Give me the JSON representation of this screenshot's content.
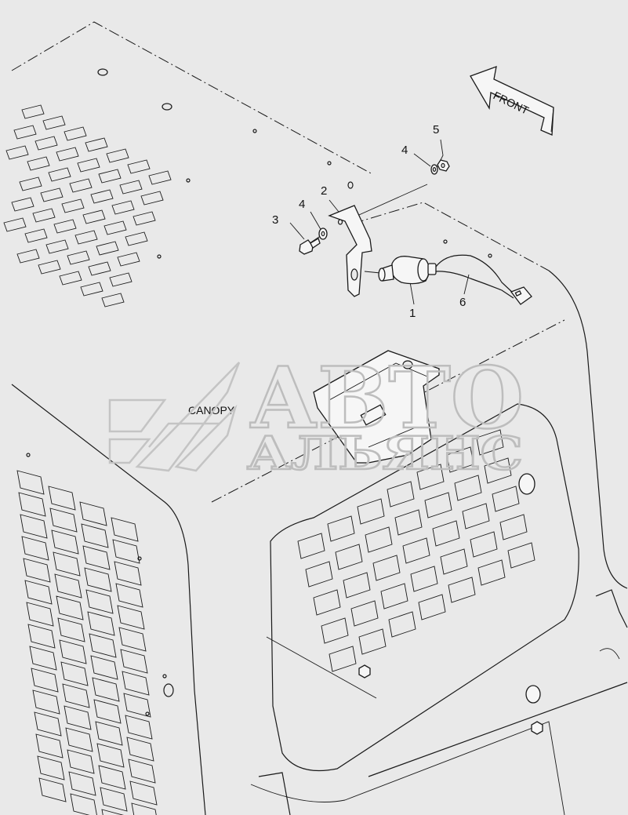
{
  "diagram": {
    "front_label": "FRONT",
    "canopy_label": "CANOPY",
    "callouts": [
      "1",
      "2",
      "3",
      "4",
      "4",
      "5",
      "6"
    ]
  },
  "watermark": {
    "line1": "АВТО",
    "line2": "АЛЬЯНС"
  },
  "colors": {
    "background": "#e9e9e9",
    "line": "#1a1a1a",
    "watermark": "#c4c4c4"
  }
}
